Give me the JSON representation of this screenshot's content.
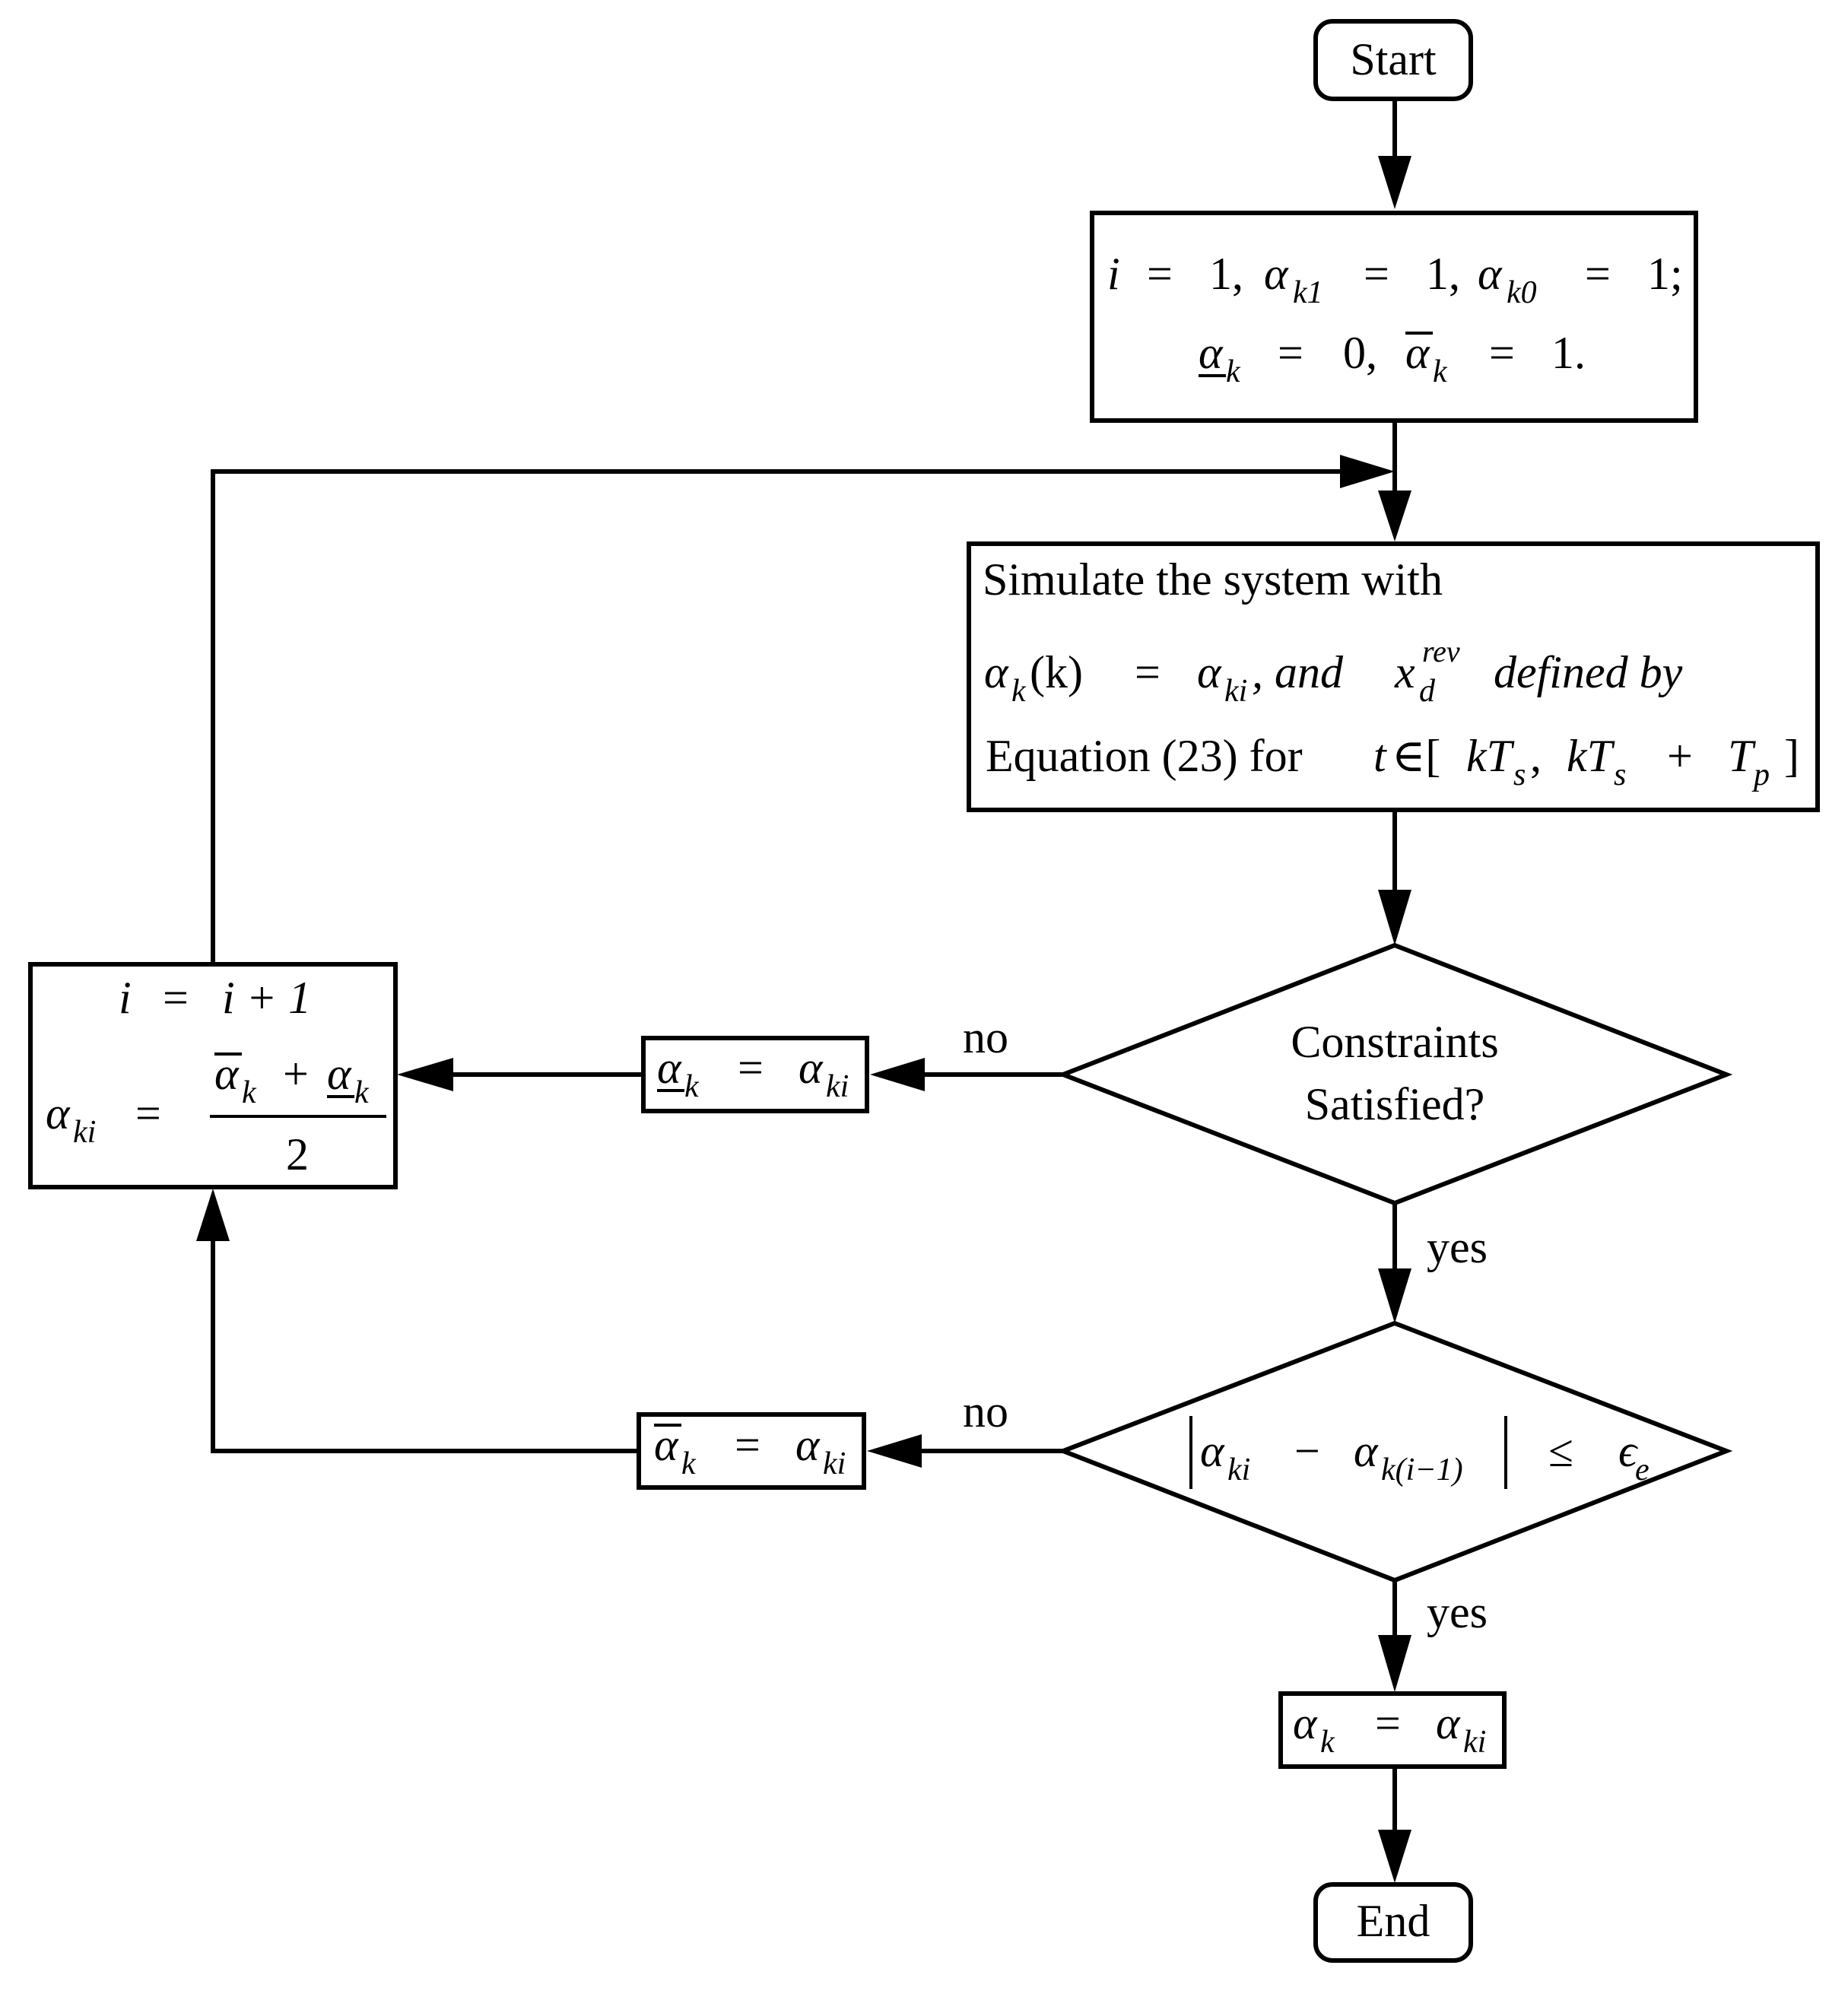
{
  "colors": {
    "stroke": "#000000",
    "background": "#ffffff",
    "text": "#000000"
  },
  "start": {
    "label": "Start"
  },
  "init": {
    "line1": {
      "i": "i",
      "eq": "=",
      "one": "1,",
      "alpha": "α",
      "k1": "k1",
      "k0": "k0",
      "end": "1;"
    },
    "line2": {
      "alpha": "α",
      "k": "k",
      "eq": "=",
      "zero": "0,",
      "one": "1."
    }
  },
  "simulate": {
    "line1": "Simulate the system with",
    "line2": {
      "alpha": "α",
      "k": "k",
      "arg": "(k)",
      "eq": "=",
      "ki": "ki",
      "and": ", and",
      "x": "x",
      "rev": "rev",
      "d": "d",
      "defined": "defined by"
    },
    "line3": {
      "equation": "Equation (23) for",
      "t": "t",
      "in": "∈[",
      "kT": "kT",
      "s": "s",
      "comma": ",",
      "plus": "+",
      "T": "T",
      "p": "p",
      "close": "]"
    }
  },
  "decision1": {
    "line1": "Constraints",
    "line2": "Satisfied?",
    "no": "no",
    "yes": "yes"
  },
  "decision2": {
    "alpha": "α",
    "ki": "ki",
    "minus": "−",
    "k_i1": "k(i−1)",
    "leq": "≤",
    "eps": "ϵ",
    "e": "e",
    "no": "no",
    "yes": "yes"
  },
  "lower_bound_update": {
    "alpha": "α",
    "k": "k",
    "eq": "=",
    "ki": "ki"
  },
  "upper_bound_update": {
    "alpha": "α",
    "k": "k",
    "eq": "=",
    "ki": "ki"
  },
  "iterate": {
    "line1": {
      "i": "i",
      "eq": "=",
      "rhs": "i + 1"
    },
    "line2": {
      "alpha": "α",
      "ki": "ki",
      "eq": "=",
      "k": "k",
      "plus": "+",
      "two": "2"
    }
  },
  "result": {
    "alpha": "α",
    "k": "k",
    "eq": "=",
    "ki": "ki"
  },
  "end": {
    "label": "End"
  }
}
